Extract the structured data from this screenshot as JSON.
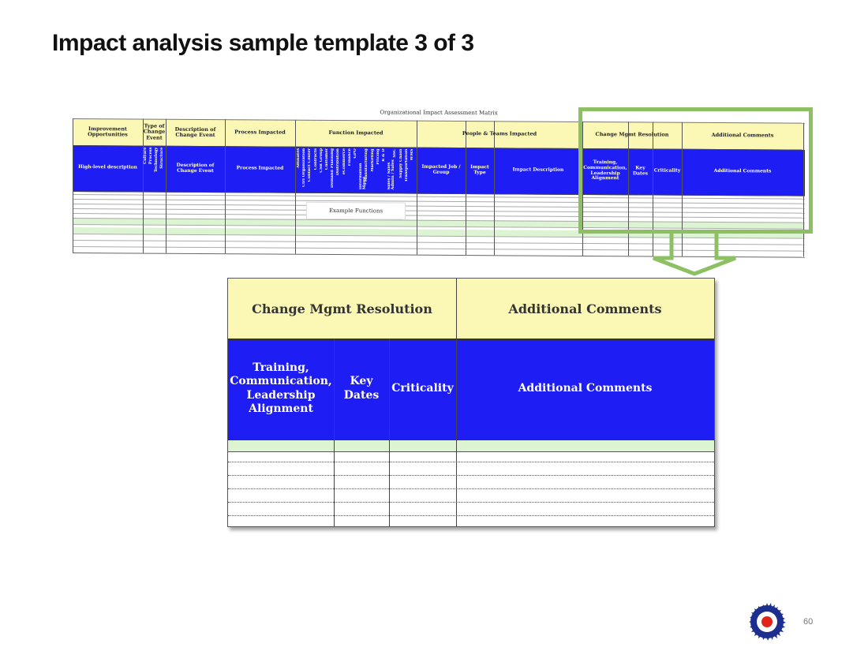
{
  "slide": {
    "title": "Impact analysis sample template 3 of 3",
    "page_number": "60"
  },
  "matrix": {
    "title": "Organizational Impact Assessment Matrix",
    "group_headers": {
      "improvement": "Improvement Opportunities",
      "type": "Type of Change Event",
      "description": "Description of Change Event",
      "process": "Process Impacted",
      "function": "Function Impacted",
      "people": "People & Teams Impacted",
      "change_mgmt": "Change Mgmt Resolution",
      "comments": "Additional Comments"
    },
    "sub_headers": {
      "high_level": "High-level description",
      "description": "Description of Change Event",
      "process": "Process Impacted",
      "impacted_job": "Impacted Job / Group",
      "impact_type": "Impact Type",
      "impact_description": "Impact Description",
      "training": "Training, Communication, Leadership Alignment",
      "key_dates": "Key Dates",
      "criticality": "Criticality",
      "comments": "Additional Comments"
    },
    "type_labels": [
      "Culture",
      "Process",
      "Technology",
      "Structure"
    ],
    "functions": [
      "Affiliates",
      "Ctrl Organization",
      "Contact Center",
      "Contracts",
      "CSR Group",
      "Customer",
      "Demand Planning",
      "Distribution",
      "eCommerce",
      "Finance",
      "GPO",
      "Information Mgmt",
      "Manufacturing",
      "Marketing",
      "Pricing",
      "R & D",
      "Sales / Sales Admin / Sales",
      "SSC",
      "Supply Chain",
      "Transportation",
      "WMS"
    ],
    "example_label": "Example Functions"
  },
  "zoom": {
    "change_mgmt": "Change Mgmt Resolution",
    "comments": "Additional Comments",
    "training_lines": [
      "Training,",
      "Communication,",
      "Leadership",
      "Alignment"
    ],
    "key_dates_lines": [
      "Key",
      "Dates"
    ],
    "criticality": "Criticality",
    "comments_sub": "Additional Comments"
  },
  "colors": {
    "header_yellow": "#fbf8b6",
    "header_blue": "#1d1df4",
    "row_green": "#dcf4d2",
    "highlight_green": "#8dc062"
  }
}
